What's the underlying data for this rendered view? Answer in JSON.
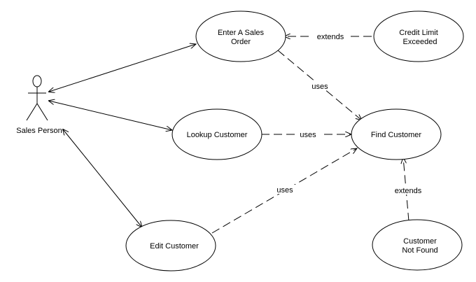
{
  "actor": {
    "label": "Sales Person"
  },
  "use_cases": {
    "enter_sales_order": {
      "lines": [
        "Enter A Sales",
        "Order"
      ]
    },
    "credit_limit_exceeded": {
      "lines": [
        "Credit Limit",
        "Exceeded"
      ]
    },
    "lookup_customer": {
      "lines": [
        "Lookup Customer"
      ]
    },
    "find_customer": {
      "lines": [
        "Find Customer"
      ]
    },
    "edit_customer": {
      "lines": [
        "Edit Customer"
      ]
    },
    "customer_not_found": {
      "lines": [
        "Customer",
        "Not Found"
      ]
    }
  },
  "relations": {
    "credit_extends": "extends",
    "enter_uses": "uses",
    "lookup_uses": "uses",
    "edit_uses": "uses",
    "notfound_extends": "extends"
  }
}
